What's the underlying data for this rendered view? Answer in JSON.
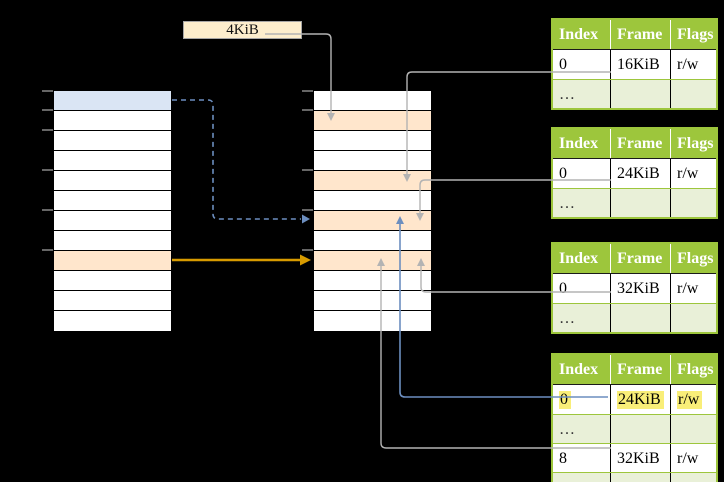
{
  "page_size_box": {
    "label": "4KiB"
  },
  "virtual_memory_table": {
    "row_count": 12,
    "blue_rows": [
      0
    ],
    "orange_rows": [
      8
    ]
  },
  "physical_memory_table": {
    "row_count": 12,
    "blue_rows": [],
    "orange_rows": [
      1,
      4,
      6,
      8
    ]
  },
  "page_tables": [
    {
      "headers": [
        "Index",
        "Frame",
        "Flags"
      ],
      "rows": [
        [
          "0",
          "16KiB",
          "r/w"
        ],
        [
          "…",
          "",
          ""
        ]
      ]
    },
    {
      "headers": [
        "Index",
        "Frame",
        "Flags"
      ],
      "rows": [
        [
          "0",
          "24KiB",
          "r/w"
        ],
        [
          "…",
          "",
          ""
        ]
      ]
    },
    {
      "headers": [
        "Index",
        "Frame",
        "Flags"
      ],
      "rows": [
        [
          "0",
          "32KiB",
          "r/w"
        ],
        [
          "…",
          "",
          ""
        ]
      ]
    },
    {
      "headers": [
        "Index",
        "Frame",
        "Flags"
      ],
      "rows": [
        [
          "0",
          "24KiB",
          "r/w"
        ],
        [
          "…",
          "",
          ""
        ],
        [
          "8",
          "32KiB",
          "r/w"
        ],
        [
          "…",
          "",
          ""
        ]
      ],
      "highlight_row": 0
    }
  ],
  "arrows": {
    "gray_color": "#b3b3b3",
    "blue_color": "#6c8ebf",
    "gold_color": "#d79b00",
    "tick_color": "#808080",
    "connections": [
      "4KiB-box to physical-row-2 (gray, down)",
      "page-table-1 frame 16KiB to physical-row-5 (gray, down)",
      "page-table-2 frame 24KiB to physical-row-7 (gray, down)",
      "page-table-3 frame 32KiB to physical-row-9 (gray, up)",
      "page-table-4 frame 24KiB to physical-row-7 (blue, up)",
      "page-table-4 frame 32KiB to physical-row-9 (gray, up)",
      "virtual-blue-row to physical-row-7 (blue dashed, right)",
      "virtual-orange-row to physical-row-9 (gold, right)"
    ]
  }
}
